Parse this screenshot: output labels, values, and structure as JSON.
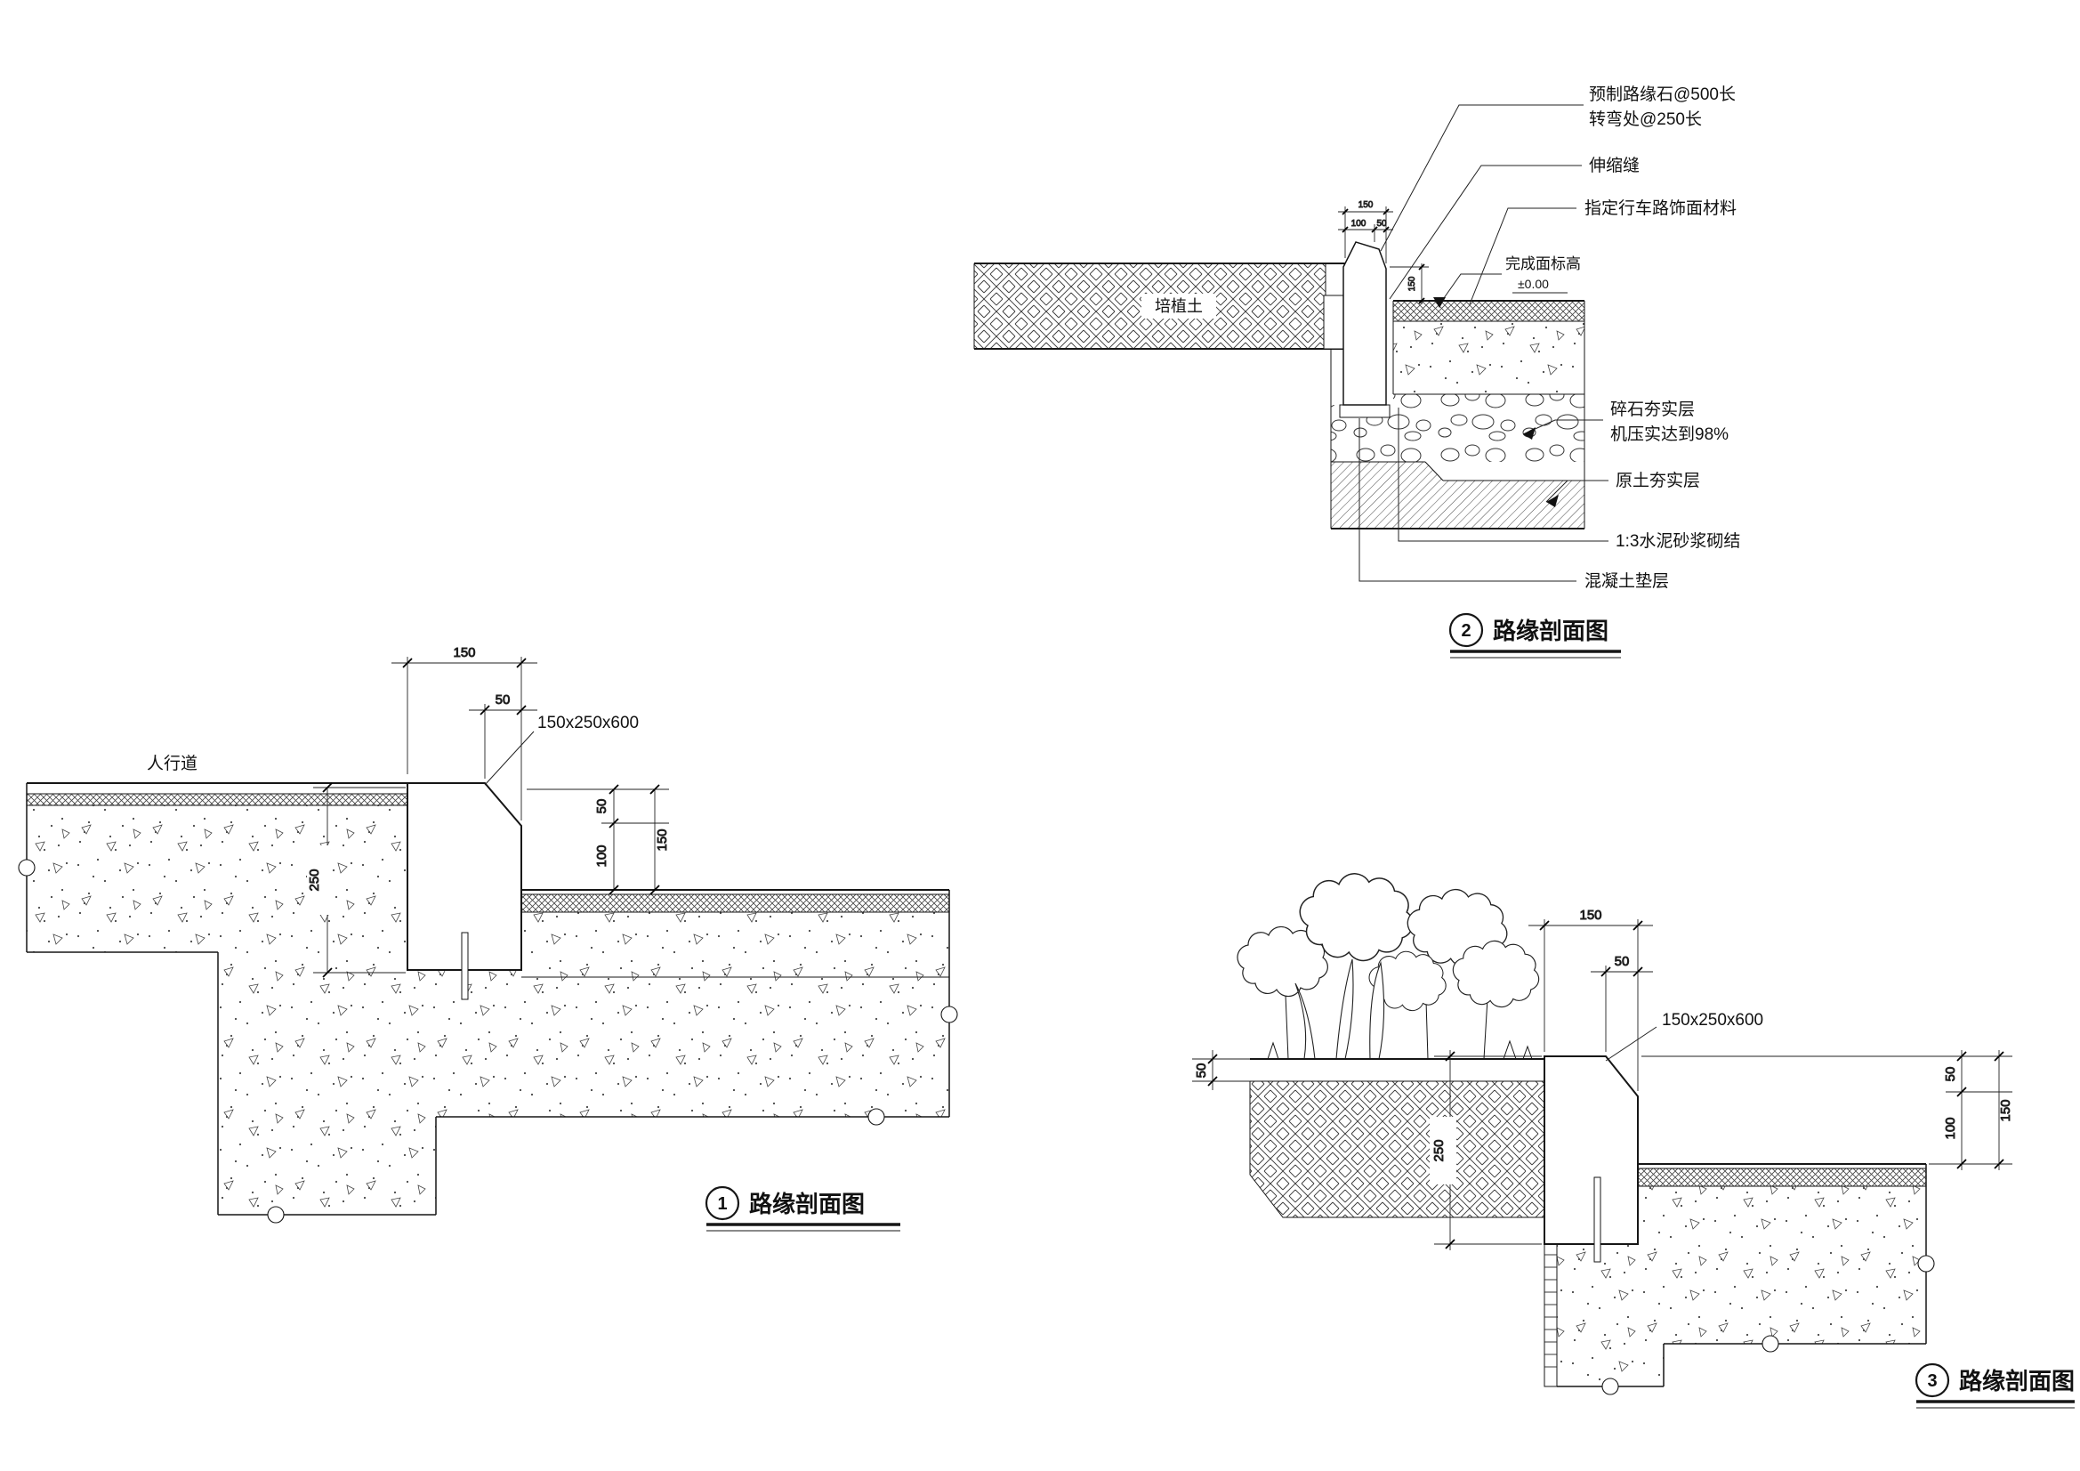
{
  "details": {
    "d1": {
      "number": "1",
      "title": "路缘剖面图",
      "sidewalk": "人行道",
      "curb_size": "150x250x600",
      "dim_top_width": "150",
      "dim_chamfer": "50",
      "dim_height": "250",
      "dim_reveal_a": "50",
      "dim_reveal_b": "100",
      "dim_reveal_total": "150"
    },
    "d2": {
      "number": "2",
      "title": "路缘剖面图",
      "planting_soil": "培植土",
      "precast_1": "预制路缘石@500长",
      "precast_2": "转弯处@250长",
      "expansion": "伸缩缝",
      "surface_material": "指定行车路饰面材料",
      "finish_level": "完成面标高",
      "level_value": "±0.00",
      "gravel_1": "碎石夯实层",
      "gravel_2": "机压实达到98%",
      "subsoil": "原土夯实层",
      "mortar": "1:3水泥砂浆砌结",
      "cushion": "混凝土垫层",
      "dim_total": "150",
      "dim_a": "100",
      "dim_b": "50",
      "dim_reveal": "150"
    },
    "d3": {
      "number": "3",
      "title": "路缘剖面图",
      "curb_size": "150x250x600",
      "dim_top_width": "150",
      "dim_chamfer": "50",
      "dim_soil": "50",
      "dim_height": "250",
      "dim_reveal_a": "50",
      "dim_reveal_b": "100",
      "dim_reveal_total": "150"
    }
  }
}
